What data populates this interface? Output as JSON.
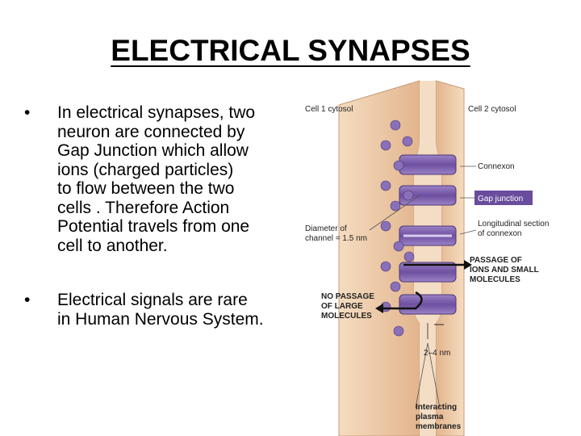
{
  "slide": {
    "title": "ELECTRICAL SYNAPSES",
    "bullets": [
      {
        "marker": "•",
        "lines": [
          "In electrical synapses, two",
          "neuron are connected by",
          "Gap Junction which allow",
          "ions  (charged particles)",
          "to flow between the two",
          "cells . Therefore Action",
          "Potential travels from one",
          "cell to another."
        ]
      },
      {
        "marker": "•",
        "lines": [
          "Electrical signals are rare",
          "in Human Nervous System."
        ]
      }
    ]
  },
  "figure": {
    "labels": {
      "cell1": "Cell 1 cytosol",
      "cell2": "Cell 2 cytosol",
      "connexon": "Connexon",
      "gap_junction": "Gap junction",
      "longitudinal_1": "Longitudinal section",
      "longitudinal_2": "of connexon",
      "diameter_1": "Diameter of",
      "diameter_2": "channel = 1.5 nm",
      "passage_1": "PASSAGE OF",
      "passage_2": "IONS AND SMALL",
      "passage_3": "MOLECULES",
      "no_passage_1": "NO PASSAGE",
      "no_passage_2": "OF LARGE",
      "no_passage_3": "MOLECULES",
      "gap_width": "2–4 nm",
      "interacting_1": "Interacting",
      "interacting_2": "plasma",
      "interacting_3": "membranes"
    },
    "colors": {
      "membrane": "#e9c9a6",
      "membrane_edge": "#c89a74",
      "connexon": "#7a5aa6",
      "gap_junction_badge": "#6a4c9c",
      "ions": "#8a70b8"
    }
  }
}
